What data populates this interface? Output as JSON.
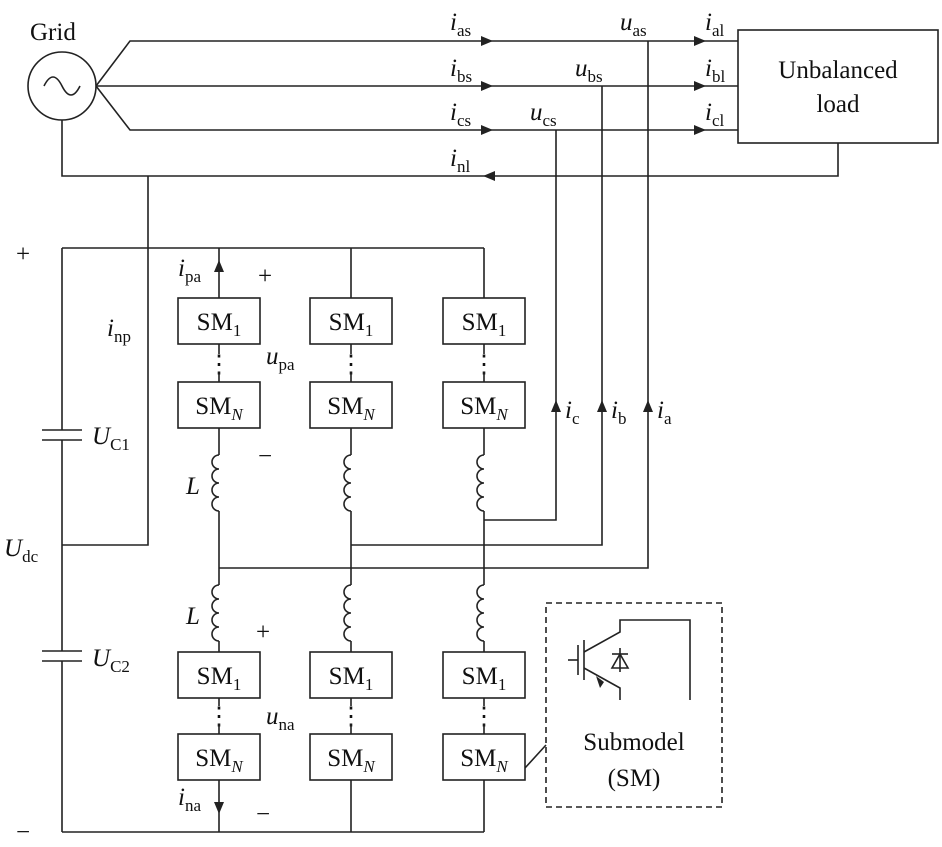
{
  "grid": {
    "label": "Grid"
  },
  "load": {
    "line1": "Unbalanced",
    "line2": "load"
  },
  "line_currents": {
    "a_source": {
      "var": "i",
      "sub": "as"
    },
    "b_source": {
      "var": "i",
      "sub": "bs"
    },
    "c_source": {
      "var": "i",
      "sub": "cs"
    },
    "neutral_load": {
      "var": "i",
      "sub": "nl"
    },
    "a_load": {
      "var": "i",
      "sub": "al"
    },
    "b_load": {
      "var": "i",
      "sub": "bl"
    },
    "c_load": {
      "var": "i",
      "sub": "cl"
    }
  },
  "phase_voltages": {
    "a": {
      "var": "u",
      "sub": "as"
    },
    "b": {
      "var": "u",
      "sub": "bs"
    },
    "c": {
      "var": "u",
      "sub": "cs"
    }
  },
  "converter_currents": {
    "a": {
      "var": "i",
      "sub": "a"
    },
    "b": {
      "var": "i",
      "sub": "b"
    },
    "c": {
      "var": "i",
      "sub": "c"
    },
    "neutral_point": {
      "var": "i",
      "sub": "np"
    },
    "upper_arm": {
      "var": "i",
      "sub": "pa"
    },
    "lower_arm": {
      "var": "i",
      "sub": "na"
    }
  },
  "arm_voltages": {
    "upper": {
      "var": "u",
      "sub": "pa"
    },
    "lower": {
      "var": "u",
      "sub": "na"
    }
  },
  "dc": {
    "total": {
      "var": "U",
      "sub": "dc"
    },
    "c1": {
      "var": "U",
      "sub": "C1"
    },
    "c2": {
      "var": "U",
      "sub": "C2"
    },
    "plus": "+",
    "minus": "−"
  },
  "arm_signs": {
    "plus": "+",
    "minus": "−"
  },
  "inductor": "L",
  "submodule": {
    "name": "SM",
    "first_sub": "1",
    "last_sub": "N",
    "dots": "⋮"
  },
  "submodel_box": {
    "line1": "Submodel",
    "line2": "(SM)"
  }
}
